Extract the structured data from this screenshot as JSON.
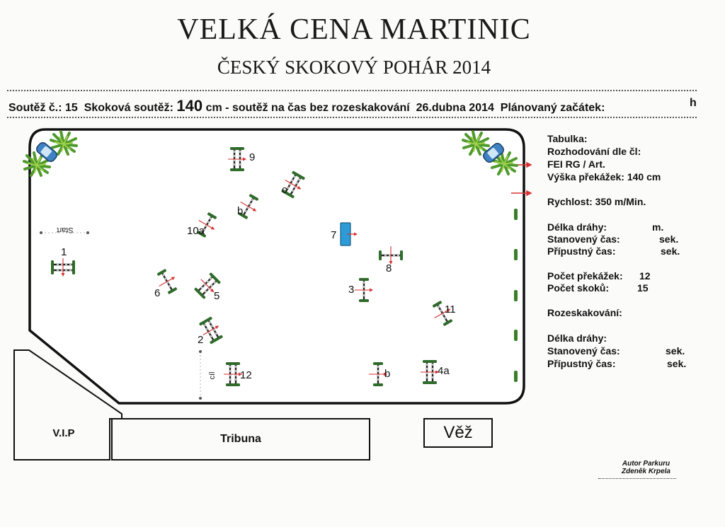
{
  "header": {
    "title": "VELKÁ CENA MARTINIC",
    "subtitle": "ČESKÝ SKOKOVÝ POHÁR 2014"
  },
  "info_bar": {
    "competition_label": "Soutěž č.: 15",
    "type_label": "Skoková soutěž:",
    "height": "140",
    "unit_desc": "cm - soutěž na čas bez rozeskakování",
    "date": "26.dubna 2014",
    "planned_start": "Plánovaný začátek:",
    "trailing": "h"
  },
  "arena": {
    "start_label": "Start",
    "finish_label": "cíl",
    "colors": {
      "rail": "#222222",
      "stand": "#2f6b2a",
      "arrow": "#d93030",
      "water": "#2d9bd8"
    },
    "obstacles": [
      {
        "id": "1",
        "label": "1"
      },
      {
        "id": "2",
        "label": "2"
      },
      {
        "id": "3",
        "label": "3"
      },
      {
        "id": "4a",
        "label": "4a"
      },
      {
        "id": "4b",
        "label": "b"
      },
      {
        "id": "5",
        "label": "5"
      },
      {
        "id": "6",
        "label": "6"
      },
      {
        "id": "7",
        "label": "7"
      },
      {
        "id": "8",
        "label": "8"
      },
      {
        "id": "9",
        "label": "9"
      },
      {
        "id": "10a",
        "label": "10a"
      },
      {
        "id": "10b",
        "label": "b"
      },
      {
        "id": "10c",
        "label": "c"
      },
      {
        "id": "11",
        "label": "11"
      },
      {
        "id": "12",
        "label": "12"
      }
    ],
    "icons": [
      "car-icon",
      "palm-icon"
    ]
  },
  "buildings": {
    "vip": "V.I.P",
    "stand": "Tribuna",
    "tower": "Věž"
  },
  "panel": {
    "table": "Tabulka:",
    "judging": "Rozhodování dle čl:",
    "rules": "FEI RG / Art.",
    "height_label": "Výška překážek:  140 cm",
    "speed": "Rychlost:   350  m/Min.",
    "length_label": "Délka dráhy:",
    "length_unit": "m.",
    "time_label": "Stanovený čas:",
    "time_unit": "sek.",
    "allowed_label": "Přípustný čas:",
    "allowed_unit": "sek.",
    "obstacles_label": "Počet překážek:",
    "obstacles_value": "12",
    "jumps_label": "Počet skoků:",
    "jumps_value": "15",
    "jumpoff": "Rozeskakování:",
    "jo_length_label": "Délka dráhy:",
    "jo_time_label": "Stanovený čas:",
    "jo_time_unit": "sek.",
    "jo_allowed_label": "Přípustný čas:",
    "jo_allowed_unit": "sek."
  },
  "author": {
    "line1": "Autor Parkuru",
    "line2": "Zdeněk Krpela"
  }
}
